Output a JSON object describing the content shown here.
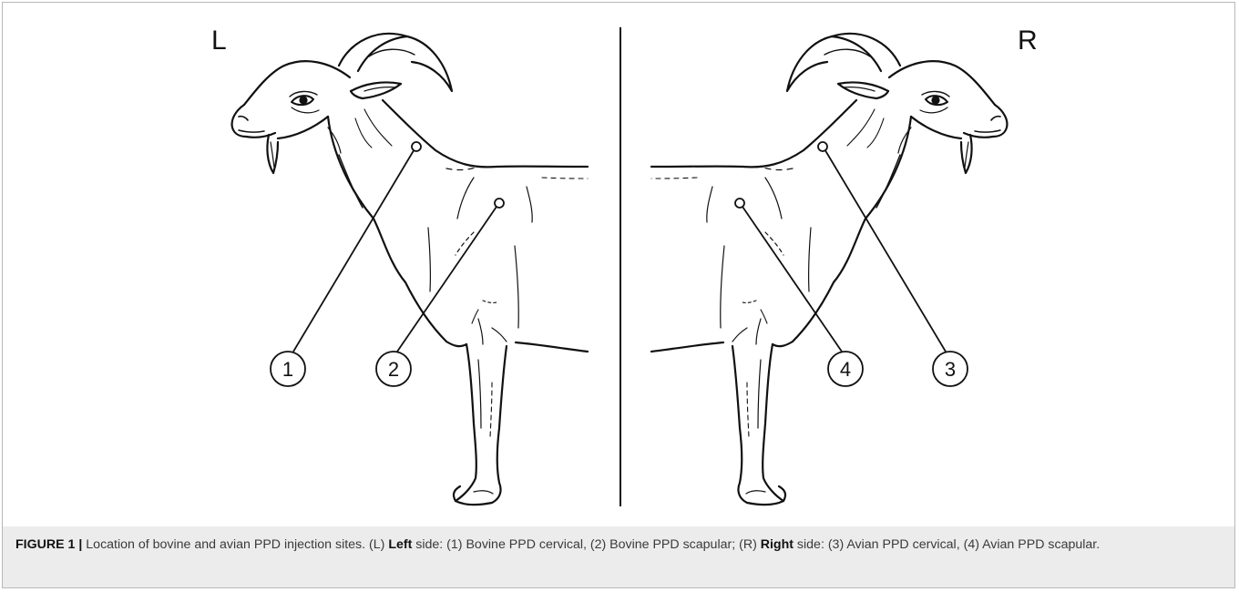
{
  "panels": {
    "left": {
      "letter": "L"
    },
    "right": {
      "letter": "R"
    }
  },
  "markers": [
    {
      "number": "1"
    },
    {
      "number": "2"
    },
    {
      "number": "3"
    },
    {
      "number": "4"
    }
  ],
  "caption": {
    "figure_label": "FIGURE 1 |",
    "text_1": " Location of bovine and avian PPD injection sites. (L) ",
    "left_bold": "Left",
    "text_2": " side: (1) Bovine PPD cervical, (2) Bovine PPD scapular; (R) ",
    "right_bold": "Right",
    "text_3": " side: (3) Avian PPD cervical, (4) Avian PPD scapular."
  },
  "colors": {
    "caption_background": "#ececec",
    "line": "#111111"
  }
}
